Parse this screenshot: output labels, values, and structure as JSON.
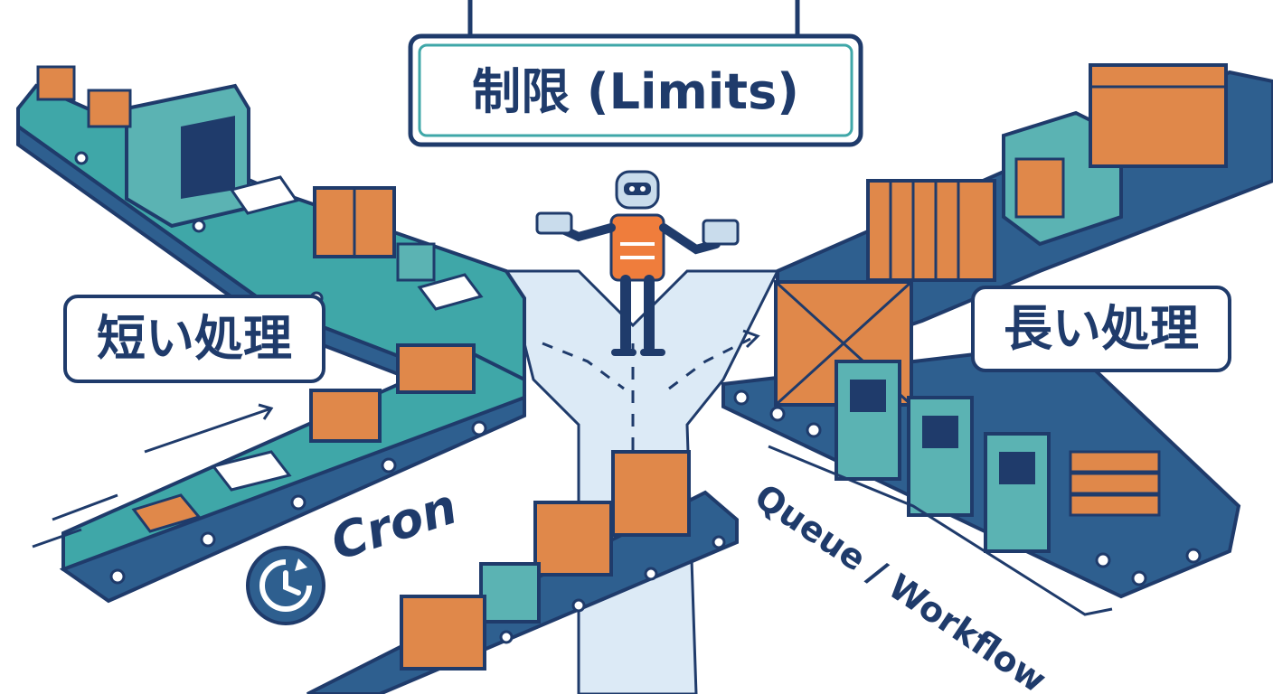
{
  "sign": {
    "title": "制限 (Limits)"
  },
  "left_label": {
    "text": "短い処理"
  },
  "right_label": {
    "text": "長い処理"
  },
  "cron": {
    "text": "Cron",
    "icon": "clock-icon"
  },
  "queue": {
    "text": "Queue / Workflow"
  },
  "colors": {
    "navy": "#1f3b6b",
    "belt_teal": "#3fa7a8",
    "belt_dark": "#2e5f8f",
    "box_orange": "#e0884a",
    "road": "#dceaf6",
    "machine_teal": "#5bb3b3"
  }
}
